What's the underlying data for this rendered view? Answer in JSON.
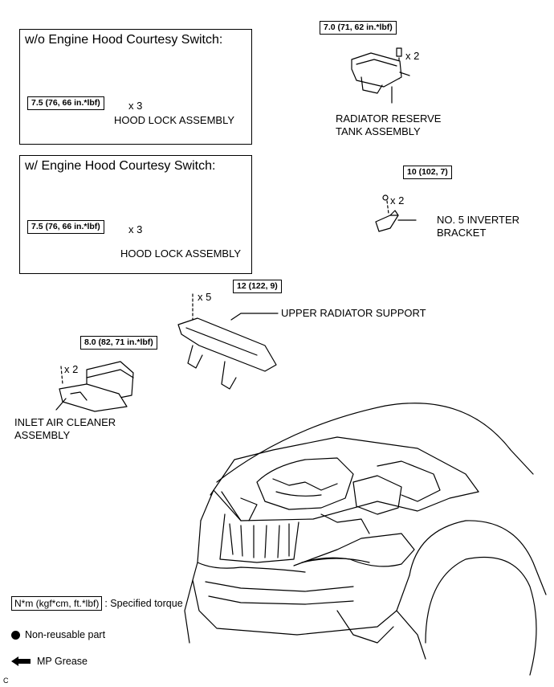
{
  "box1": {
    "title": "w/o Engine Hood Courtesy Switch:",
    "torque": "7.5 (76, 66 in.*lbf)",
    "qty": "x 3",
    "part_label": "HOOD LOCK ASSEMBLY"
  },
  "box2": {
    "title": "w/ Engine Hood Courtesy Switch:",
    "torque": "7.5 (76, 66 in.*lbf)",
    "qty": "x 3",
    "part_label": "HOOD LOCK ASSEMBLY"
  },
  "radiator_tank": {
    "torque": "7.0 (71, 62 in.*lbf)",
    "qty": "x 2",
    "label_line1": "RADIATOR RESERVE",
    "label_line2": "TANK ASSEMBLY"
  },
  "inverter_bracket": {
    "torque": "10 (102, 7)",
    "qty": "x 2",
    "label_line1": "NO. 5 INVERTER",
    "label_line2": "BRACKET"
  },
  "upper_support": {
    "torque": "12 (122, 9)",
    "qty": "x 5",
    "label": "UPPER RADIATOR SUPPORT"
  },
  "air_cleaner": {
    "torque": "8.0 (82, 71 in.*lbf)",
    "qty": "x 2",
    "label_line1": "INLET AIR CLEANER",
    "label_line2": "ASSEMBLY"
  },
  "legend": {
    "torque_unit": "N*m (kgf*cm, ft.*lbf)",
    "torque_desc": ": Specified torque",
    "nonreusable": "Non-reusable part",
    "grease": "MP Grease"
  },
  "corner_mark": "C"
}
